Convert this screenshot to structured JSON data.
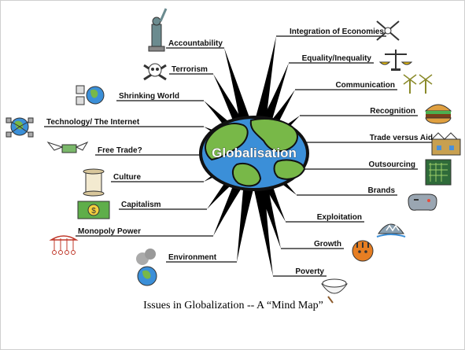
{
  "center": {
    "label": "Globalisation"
  },
  "caption": "Issues in Globalization -- A “Mind Map”",
  "branches": {
    "left": [
      {
        "label": "Accountability",
        "icon": "statue-of-liberty-icon"
      },
      {
        "label": "Terrorism",
        "icon": "skull-crossbones-icon"
      },
      {
        "label": "Shrinking World",
        "icon": "computer-globe-icon"
      },
      {
        "label": "Technology/ The Internet",
        "icon": "network-globe-icon"
      },
      {
        "label": "Free Trade?",
        "icon": "winged-money-icon"
      },
      {
        "label": "Culture",
        "icon": "scroll-icon"
      },
      {
        "label": "Capitalism",
        "icon": "dollar-bill-icon"
      },
      {
        "label": "Monopoly Power",
        "icon": "puppet-strings-icon"
      },
      {
        "label": "Environment",
        "icon": "polluted-earth-icon"
      }
    ],
    "right": [
      {
        "label": "Integration of Economies",
        "icon": "network-node-icon"
      },
      {
        "label": "Equality/Inequality",
        "icon": "balance-scale-icon"
      },
      {
        "label": "Communication",
        "icon": "wind-turbines-icon"
      },
      {
        "label": "Recognition",
        "icon": "hamburger-icon"
      },
      {
        "label": "Trade versus Aid",
        "icon": "factory-icon"
      },
      {
        "label": "Outsourcing",
        "icon": "circuit-board-icon"
      },
      {
        "label": "Brands",
        "icon": "game-controller-icon"
      },
      {
        "label": "Exploitation",
        "icon": "shark-icon"
      },
      {
        "label": "Growth",
        "icon": "tiger-icon"
      },
      {
        "label": "Poverty",
        "icon": "rice-bowl-icon"
      }
    ]
  },
  "colors": {
    "ocean": "#3b8fd8",
    "land": "#78b848",
    "outline": "#111111",
    "spike": "#000000"
  }
}
